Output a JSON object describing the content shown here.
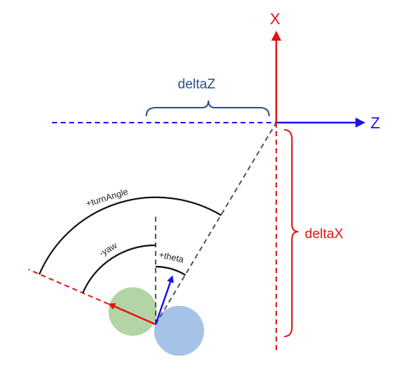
{
  "labels": {
    "x_axis": "X",
    "z_axis": "Z",
    "delta_z": "deltaZ",
    "delta_x": "deltaX",
    "turn_angle": "+turnAngle",
    "yaw": "-yaw",
    "theta": "+theta"
  },
  "colors": {
    "x_axis": "#e31414",
    "z_axis": "#1a14e8",
    "delta_z_brace": "#2b4f8f",
    "delta_x_brace": "#e31414",
    "guide_line": "#555555",
    "arc": "#111111",
    "green_circle": "#b3d4a5",
    "blue_circle": "#a4c3e6",
    "heading_vector": "#e31414",
    "target_vector": "#1a14e8"
  }
}
